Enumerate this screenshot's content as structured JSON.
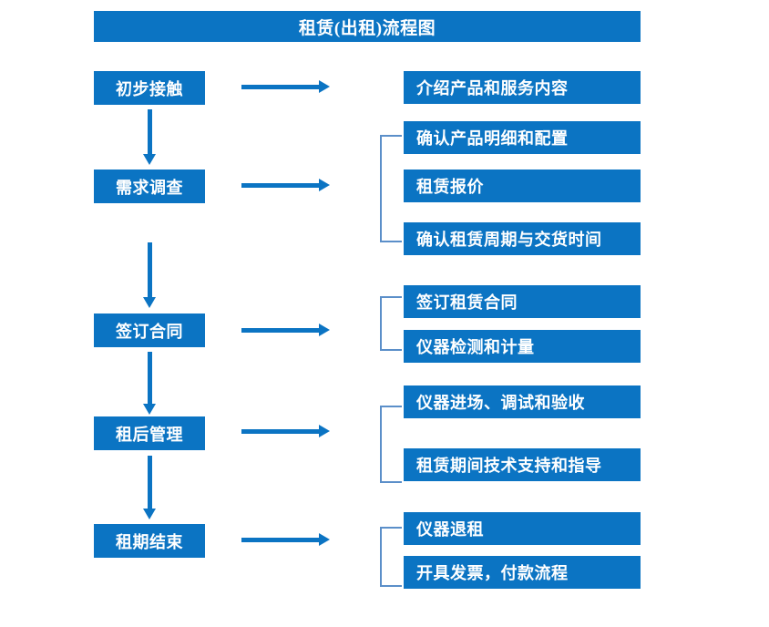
{
  "chart_data": {
    "type": "diagram",
    "title": "租赁(出租)流程图",
    "diagram_kind": "flowchart",
    "stages": [
      {
        "label": "初步接触",
        "details": [
          "介绍产品和服务内容"
        ],
        "grouped": false
      },
      {
        "label": "需求调查",
        "details": [
          "确认产品明细和配置",
          "租赁报价",
          "确认租赁周期与交货时间"
        ],
        "grouped": true
      },
      {
        "label": "签订合同",
        "details": [
          "签订租赁合同",
          "仪器检测和计量"
        ],
        "grouped": true
      },
      {
        "label": "租后管理",
        "details": [
          "仪器进场、调试和验收",
          "租赁期间技术支持和指导"
        ],
        "grouped": true
      },
      {
        "label": "租期结束",
        "details": [
          "仪器退租",
          "开具发票，付款流程"
        ],
        "grouped": true
      }
    ],
    "flow_order": [
      "初步接触",
      "需求调查",
      "签订合同",
      "租后管理",
      "租期结束"
    ],
    "colors": {
      "box_fill": "#0b74c3",
      "box_text": "#ffffff",
      "arrow": "#0b74c3",
      "bracket": "#5b8fc9",
      "background": "#ffffff"
    }
  },
  "header": {
    "title": "租赁(出租)流程图"
  },
  "stages": {
    "s0": {
      "label": "初步接触"
    },
    "s1": {
      "label": "需求调查"
    },
    "s2": {
      "label": "签订合同"
    },
    "s3": {
      "label": "租后管理"
    },
    "s4": {
      "label": "租期结束"
    }
  },
  "details": {
    "d0": "介绍产品和服务内容",
    "d1": "确认产品明细和配置",
    "d2": "租赁报价",
    "d3": "确认租赁周期与交货时间",
    "d4": "签订租赁合同",
    "d5": "仪器检测和计量",
    "d6": "仪器进场、调试和验收",
    "d7": "租赁期间技术支持和指导",
    "d8": "仪器退租",
    "d9": "开具发票，付款流程"
  }
}
